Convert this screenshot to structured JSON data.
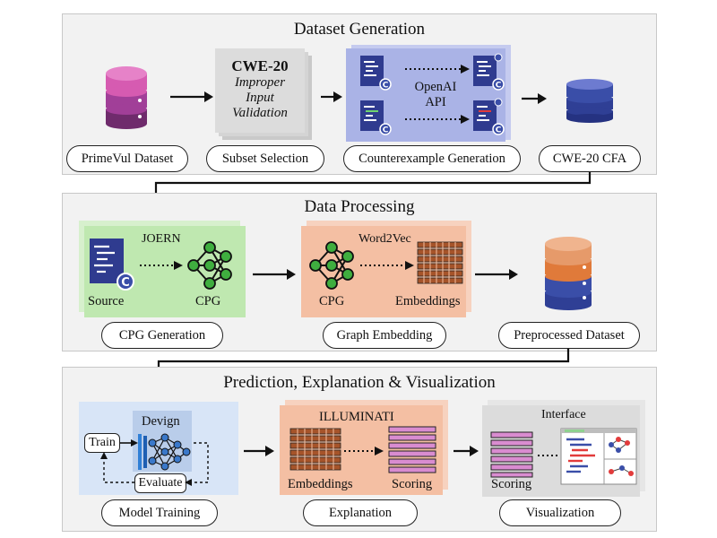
{
  "sections": {
    "dataset_generation": {
      "title": "Dataset Generation",
      "cwe_card": {
        "title": "CWE-20",
        "line1": "Improper",
        "line2": "Input",
        "line3": "Validation"
      },
      "api_label_1": "OpenAI",
      "api_label_2": "API",
      "pills": {
        "primevul": "PrimeVul Dataset",
        "subset": "Subset Selection",
        "counterexample": "Counterexample Generation",
        "cwe_cfa": "CWE-20 CFA"
      }
    },
    "data_processing": {
      "title": "Data Processing",
      "joern": "JOERN",
      "source": "Source",
      "cpg1": "CPG",
      "word2vec": "Word2Vec",
      "cpg2": "CPG",
      "embeddings": "Embeddings",
      "pills": {
        "cpg_generation": "CPG Generation",
        "graph_embedding": "Graph Embedding",
        "preprocessed": "Preprocessed Dataset"
      }
    },
    "prediction": {
      "title": "Prediction,  Explanation & Visualization",
      "devign": "Devign",
      "train": "Train",
      "evaluate": "Evaluate",
      "illuminati": "ILLUMINATI",
      "embeddings": "Embeddings",
      "scoring1": "Scoring",
      "interface": "Interface",
      "scoring2": "Scoring",
      "pills": {
        "model_training": "Model Training",
        "explanation": "Explanation",
        "visualization": "Visualization"
      }
    }
  },
  "icons": [
    "database-icon",
    "code-file-icon",
    "c-language-icon",
    "graph-network-icon",
    "embedding-grid-icon",
    "neural-network-icon",
    "scoring-bars-icon",
    "interface-window-icon"
  ],
  "colors": {
    "section_bg": "#f2f2f2",
    "purple_db": "#8e3b8c",
    "pink_db": "#d65bb1",
    "blue_db": "#3a4ea8",
    "orange_db": "#e07a3a",
    "api_panel": "#aab3e6",
    "cpg_panel": "#bfe8b0",
    "embed_panel": "#f4bfa3",
    "train_panel": "#d8e5f7",
    "illuminati_panel": "#f4bfa3",
    "interface_panel": "#dcdcdc",
    "brown_grid": "#a6542a",
    "pink_bars": "#d98cd0"
  }
}
